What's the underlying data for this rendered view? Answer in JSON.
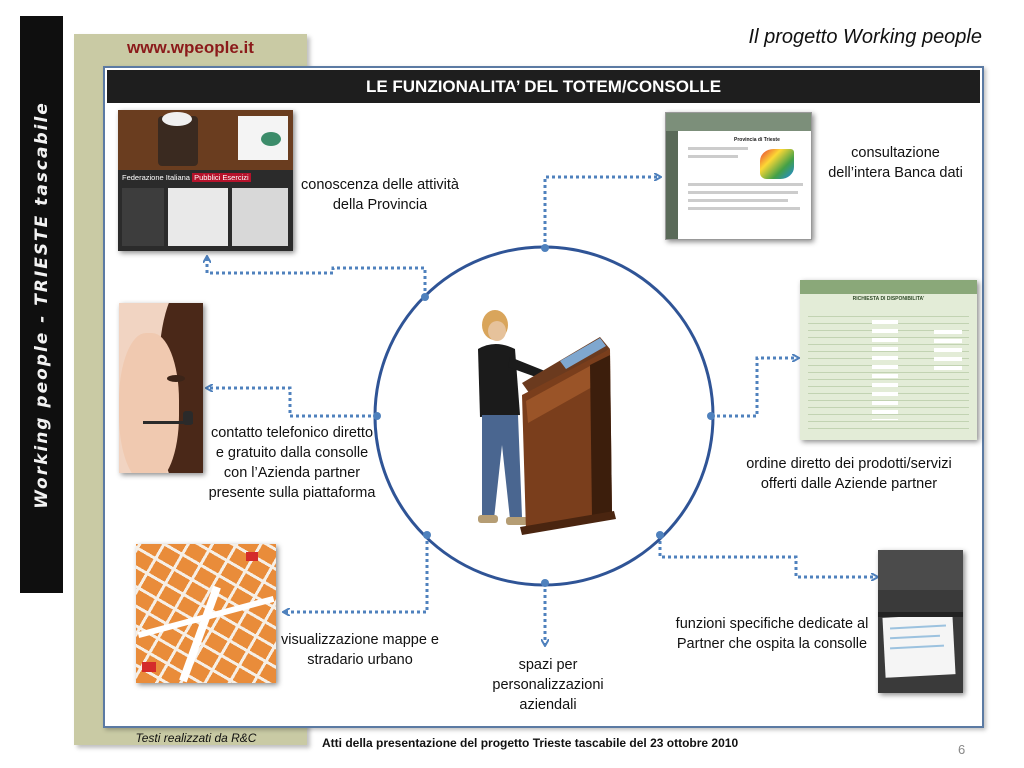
{
  "sidebar": {
    "vertical_title": "Working people  -  TRIESTE tascabile"
  },
  "header": {
    "url": "www.wpeople.it",
    "project_title": "Il progetto Working people",
    "section_title": "LE FUNZIONALITA’ DEL TOTEM/CONSOLLE"
  },
  "features": {
    "activities": "conoscenza delle attività della Provincia",
    "database": "consultazione dell’intera Banca dati",
    "phone": "contatto telefonico diretto e gratuito dalla consolle con l’Azienda partner presente sulla piattaforma",
    "orders": "ordine diretto dei prodotti/servizi offerti dalle Aziende partner",
    "maps": "visualizzazione mappe e stradario urbano",
    "custom": "spazi per personalizzazioni aziendali",
    "partner": "funzioni specifiche dedicate al Partner che ospita la consolle"
  },
  "screens": {
    "fipe_brand": "Federazione Italiana",
    "fipe_highlight": "Pubblici Esercizi",
    "province_title": "Provincia di Trieste",
    "form_title": "RICHIESTA DI DISPONIBILITA'"
  },
  "footer": {
    "credit": "Testi realizzati da R&C",
    "proceedings": "Atti della presentazione del progetto Trieste tascabile del 23 ottobre 2010",
    "page_number": "6"
  },
  "colors": {
    "connector": "#4f81bd",
    "circle": "#2f5496",
    "header_bg": "#1e1e1e",
    "url": "#8b1a1a"
  }
}
